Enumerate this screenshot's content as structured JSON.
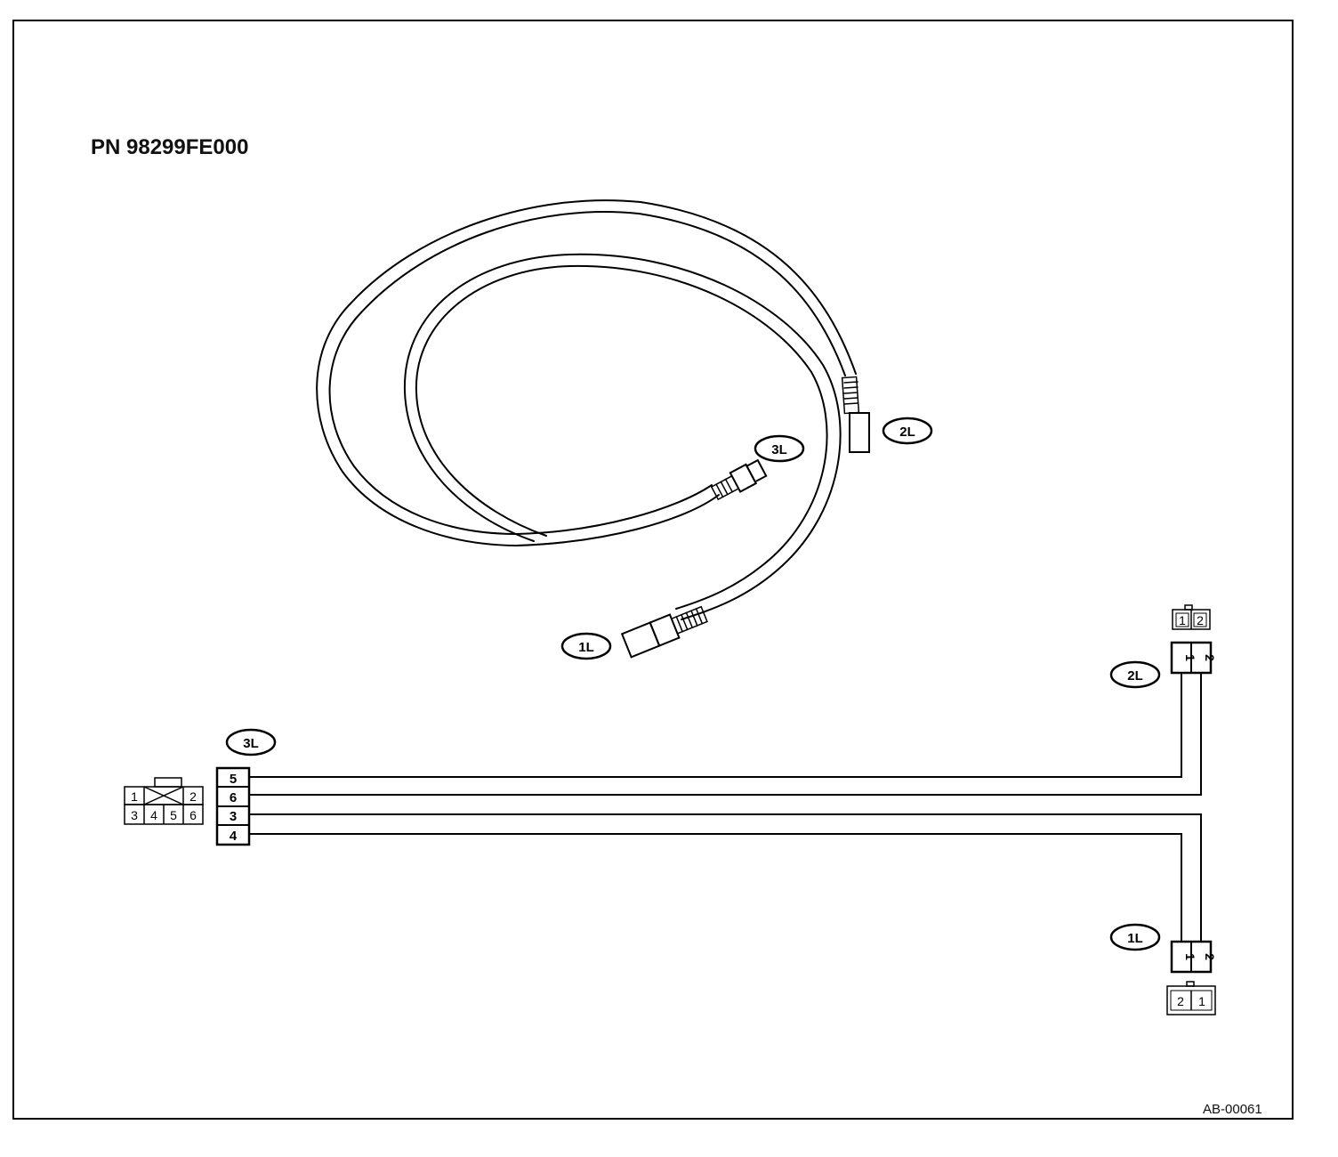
{
  "title": "PN 98299FE000",
  "code": "AB-00061",
  "callouts": {
    "c3": "3L",
    "c2": "2L",
    "c1": "1L"
  },
  "connector_3l": {
    "face": [
      "1",
      "2",
      "3",
      "4",
      "5",
      "6"
    ],
    "pins": [
      "5",
      "6",
      "3",
      "4"
    ]
  },
  "connector_2l": {
    "face": [
      "1",
      "2"
    ],
    "pins": [
      "1",
      "2"
    ]
  },
  "connector_1l": {
    "face": [
      "2",
      "1"
    ],
    "pins": [
      "1",
      "2"
    ]
  }
}
